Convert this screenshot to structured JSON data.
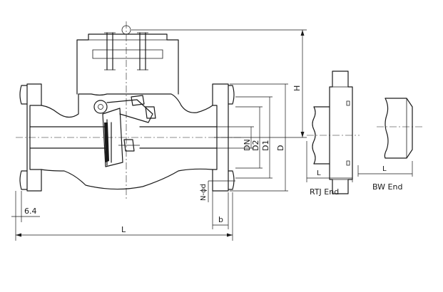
{
  "labels": {
    "face_offset": "6.4",
    "length_main": "L",
    "flange_thickness": "b",
    "bolt_holes": "N-ϕd",
    "dn": "DN",
    "d2": "D2",
    "d1": "D1",
    "d": "D",
    "height": "H",
    "length_rtj": "L",
    "length_bw": "L",
    "rtj_caption": "RTJ End",
    "bw_caption": "BW End"
  }
}
